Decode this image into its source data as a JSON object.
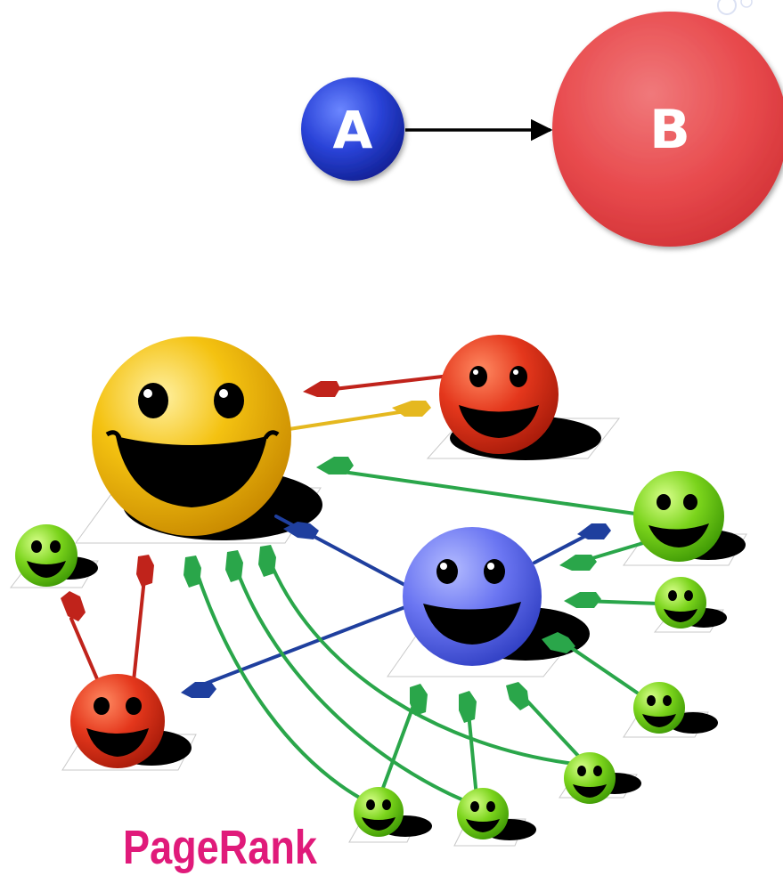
{
  "diagram": {
    "node_a": {
      "label": "A",
      "color": "#2a43d8"
    },
    "node_b": {
      "label": "B",
      "color": "#e84a4d"
    },
    "edge": "A → B"
  },
  "illustration": {
    "brand_label": "PageRank",
    "brand_color": "#e01a7a",
    "smiley_colors": {
      "yellow": "#f4c211",
      "red": "#e4371c",
      "blue": "#6b76f2",
      "green": "#7bd41c"
    },
    "pointer_colors": {
      "red": "#c0231b",
      "yellow": "#e5b81f",
      "green": "#2aa64a",
      "blue": "#1f3f9e"
    }
  }
}
